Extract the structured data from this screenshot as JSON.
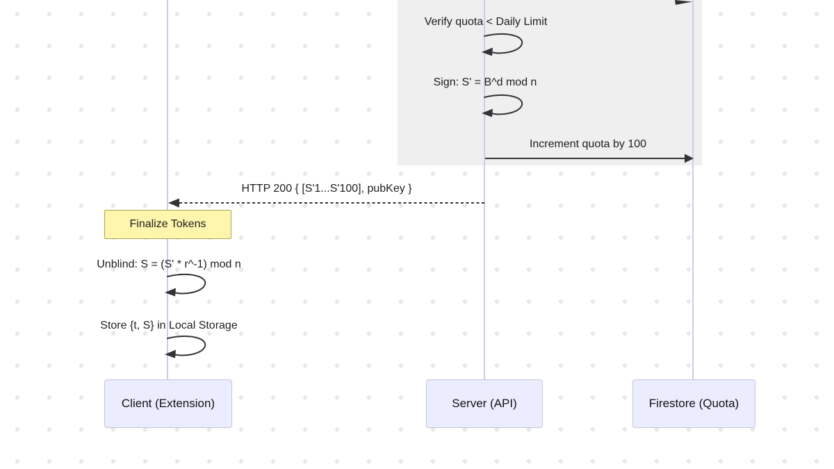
{
  "diagram": {
    "type": "sequence",
    "participants": [
      {
        "id": "client",
        "label": "Client (Extension)"
      },
      {
        "id": "server",
        "label": "Server (API)"
      },
      {
        "id": "firestore",
        "label": "Firestore (Quota)"
      }
    ],
    "messages": {
      "verify_quota": "Verify quota < Daily Limit",
      "sign": "Sign: S' = B^d mod n",
      "increment_quota": "Increment quota by 100",
      "http_response": "HTTP 200 { [S'1...S'100], pubKey }",
      "unblind": "Unblind: S = (S' * r^-1) mod n",
      "store_tokens": "Store {t, S} in Local Storage"
    },
    "note": {
      "label": "Finalize Tokens"
    },
    "colors": {
      "participant_fill": "#ececff",
      "participant_border": "#c5c5dd",
      "lifeline": "#d2c9e8",
      "activity_block_fill": "#efefef",
      "note_fill": "#fff5ad",
      "note_border": "#a8a84f",
      "arrow": "#333333",
      "dot_grid": "#e1e1e1",
      "background": "#ffffff"
    }
  }
}
